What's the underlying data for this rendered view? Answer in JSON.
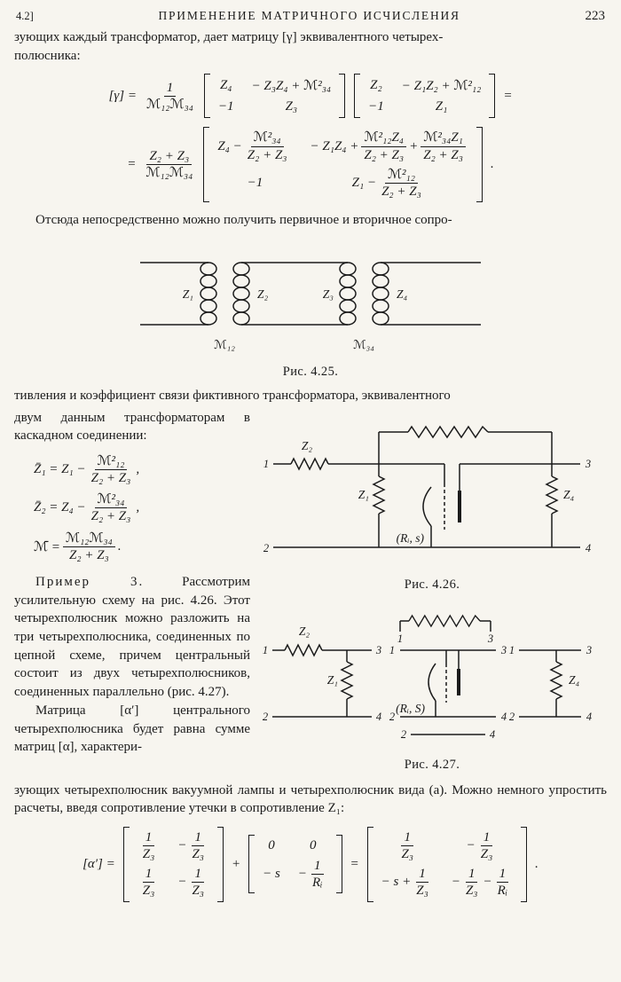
{
  "page": {
    "section_marker": "4.2]",
    "running_title": "ПРИМЕНЕНИЕ  МАТРИЧНОГО  ИСЧИСЛЕНИЯ",
    "page_number": "223"
  },
  "text": {
    "p1_line1": "зующих каждый трансформатор, дает матрицу [γ] эквивалентного четырех-",
    "p1_line2": "полюсника:",
    "p2": "Отсюда непосредственно можно получить первичное и вторичное сопро-",
    "p3": "тивления и коэффициент связи фиктивного трансформатора, эквивалентного",
    "p3_cont": "двум данным трансформаторам в каскадном соединении:",
    "p4_lead": "Пример 3.",
    "p4_rest": " Рассмотрим усилительную схему на рис. 4.26. Этот четырехполюсник можно разложить на три четырехполюсника, соединенных по цепной схеме, причем центральный состоит из двух четырехполюсников, соединенных параллельно (рис. 4.27).",
    "p5": "Матрица [α′] центрального четырехполюсника будет равна сумме матриц [α], характери-",
    "p6": "зующих четырехполюсник вакуумной лампы и четырехполюсник вида (а). Можно немного упростить расчеты, введя сопротивление утечки в сопротивление Z₁:"
  },
  "f1": {
    "lhs": "[γ] =",
    "num": "1",
    "den": "ℳ₁₂ℳ₃₄",
    "a11": "Z₄",
    "a12": "− Z₃Z₄ + ℳ²₃₄",
    "a21": "−1",
    "a22": "Z₃",
    "b11": "Z₂",
    "b12": "− Z₁Z₂ + ℳ²₁₂",
    "b21": "−1",
    "b22": "Z₁",
    "eq": "="
  },
  "f2": {
    "lead": "=",
    "num": "Z₂ + Z₃",
    "den": "ℳ₁₂ℳ₃₄",
    "c11_pre": "Z₄ −",
    "c11_num": "ℳ²₃₄",
    "c11_den": "Z₂ + Z₃",
    "c12_pre": "− Z₁Z₄ +",
    "c12_num1": "ℳ²₁₂Z₄",
    "c12_den1": "Z₂ + Z₃",
    "c12_plus": "+",
    "c12_num2": "ℳ²₃₄Z₁",
    "c12_den2": "Z₂ + Z₃",
    "c21": "−1",
    "c22_pre": "Z₁ −",
    "c22_num": "ℳ²₁₂",
    "c22_den": "Z₂ + Z₃",
    "end": "."
  },
  "fz": {
    "l1_pre": "Z̄₁ = Z₁ −",
    "l1_num": "ℳ²₁₂",
    "l1_den": "Z₂ + Z₃",
    "l1_post": ",",
    "l2_pre": "Z̄₂ = Z₄ −",
    "l2_num": "ℳ²₃₄",
    "l2_den": "Z₂ + Z₃",
    "l2_post": ",",
    "l3_pre": "ℳ̄ =",
    "l3_num": "ℳ₁₂ℳ₃₄",
    "l3_den": "Z₂ + Z₃",
    "l3_post": "."
  },
  "f3": {
    "lhs": "[α′] =",
    "one": "1",
    "z3": "Z₃",
    "ri": "Rᵢ",
    "minus": "−",
    "zero": "0",
    "minus_s": "− s",
    "minus_s_plus": "− s +",
    "plus": "+",
    "eq": "=",
    "end": "."
  },
  "fig425": {
    "caption": "Рис. 4.25.",
    "labels": {
      "z1": "Z₁",
      "z2": "Z₂",
      "z3": "Z₃",
      "z4": "Z₄",
      "m12": "ℳ₁₂",
      "m34": "ℳ₃₄"
    }
  },
  "fig426": {
    "caption": "Рис. 4.26.",
    "labels": {
      "t1": "1",
      "t2": "2",
      "t3": "3",
      "t4": "4",
      "z1": "Z₁",
      "z2": "Z₂",
      "z4": "Z₄",
      "tube": "(Rᵢ, s)"
    }
  },
  "fig427": {
    "caption": "Рис. 4.27.",
    "labels": {
      "z1": "Z₁",
      "z2": "Z₂",
      "z4": "Z₄",
      "tube": "(Rᵢ, S)",
      "l1": "1",
      "l2": "2",
      "l3": "3",
      "l4": "4",
      "mt1": "1",
      "mt3": "3",
      "m1": "1",
      "m2": "2",
      "m3": "3",
      "m4": "4",
      "mb2": "2",
      "mb4": "4",
      "r1": "1",
      "r2": "2",
      "r3": "3",
      "r4": "4"
    }
  }
}
